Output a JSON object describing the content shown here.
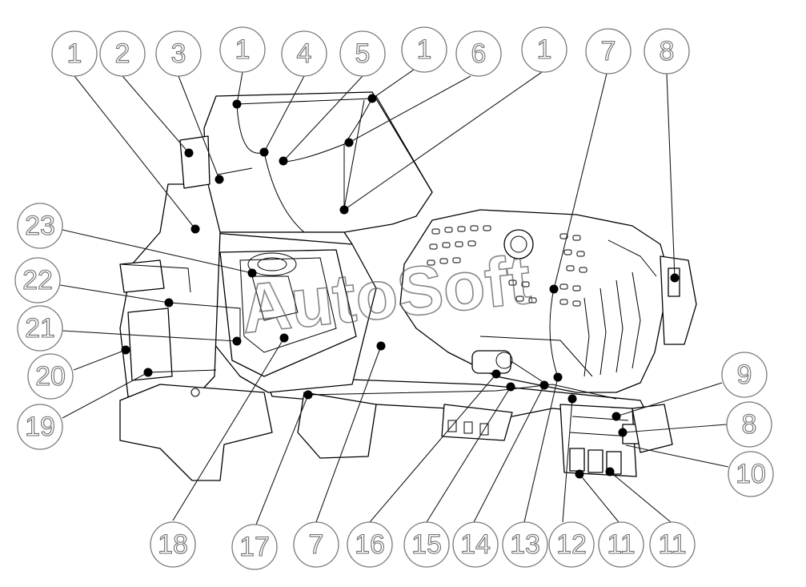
{
  "watermark": {
    "text": "AutoSoft"
  },
  "callouts": [
    {
      "id": "c1a",
      "label": "1"
    },
    {
      "id": "c2",
      "label": "2"
    },
    {
      "id": "c3",
      "label": "3"
    },
    {
      "id": "c1b",
      "label": "1"
    },
    {
      "id": "c4",
      "label": "4"
    },
    {
      "id": "c5",
      "label": "5"
    },
    {
      "id": "c1c",
      "label": "1"
    },
    {
      "id": "c6",
      "label": "6"
    },
    {
      "id": "c1d",
      "label": "1"
    },
    {
      "id": "c7a",
      "label": "7"
    },
    {
      "id": "c8a",
      "label": "8"
    },
    {
      "id": "c23",
      "label": "23"
    },
    {
      "id": "c22",
      "label": "22"
    },
    {
      "id": "c21",
      "label": "21"
    },
    {
      "id": "c20",
      "label": "20"
    },
    {
      "id": "c19",
      "label": "19"
    },
    {
      "id": "c9",
      "label": "9"
    },
    {
      "id": "c8b",
      "label": "8"
    },
    {
      "id": "c10",
      "label": "10"
    },
    {
      "id": "c18",
      "label": "18"
    },
    {
      "id": "c17",
      "label": "17"
    },
    {
      "id": "c7b",
      "label": "7"
    },
    {
      "id": "c16",
      "label": "16"
    },
    {
      "id": "c15",
      "label": "15"
    },
    {
      "id": "c14",
      "label": "14"
    },
    {
      "id": "c13",
      "label": "13"
    },
    {
      "id": "c12",
      "label": "12"
    },
    {
      "id": "c11a",
      "label": "11"
    },
    {
      "id": "c11b",
      "label": "11"
    }
  ]
}
